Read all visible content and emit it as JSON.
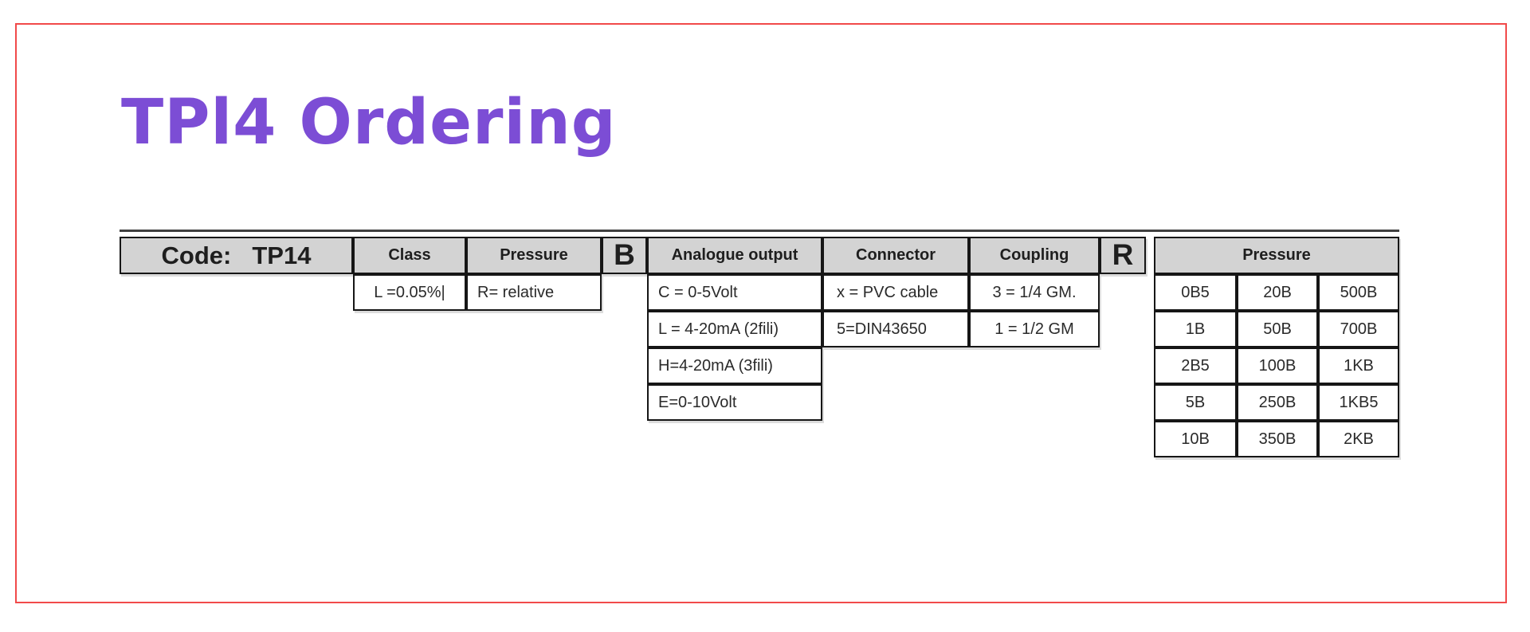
{
  "frame": {
    "border_color": "#f14a4a"
  },
  "title": {
    "text": "TPl4 Ordering",
    "color": "#7c4dd5"
  },
  "table": {
    "header_bg": "#d3d3d3",
    "code": {
      "label": "Code:",
      "value": "TP14"
    },
    "columns": {
      "class": {
        "header": "Class",
        "rows": [
          "L =0.05%|"
        ]
      },
      "pressure_left": {
        "header": "Pressure",
        "rows": [
          "R= relative"
        ]
      },
      "b": {
        "header": "B"
      },
      "analogue": {
        "header": "Analogue output",
        "rows": [
          "C = 0-5Volt",
          "L = 4-20mA (2fili)",
          "H=4-20mA (3fili)",
          "E=0-10Volt"
        ]
      },
      "connector": {
        "header": "Connector",
        "rows": [
          "x = PVC cable",
          "5=DIN43650"
        ]
      },
      "coupling": {
        "header": "Coupling",
        "rows": [
          "3 = 1/4 GM.",
          "1 = 1/2 GM"
        ]
      },
      "r": {
        "header": "R"
      },
      "pressure_right": {
        "header": "Pressure",
        "rows": [
          [
            "0B5",
            "20B",
            "500B"
          ],
          [
            "1B",
            "50B",
            "700B"
          ],
          [
            "2B5",
            "100B",
            "1KB"
          ],
          [
            "5B",
            "250B",
            "1KB5"
          ],
          [
            "10B",
            "350B",
            "2KB"
          ]
        ]
      }
    }
  }
}
